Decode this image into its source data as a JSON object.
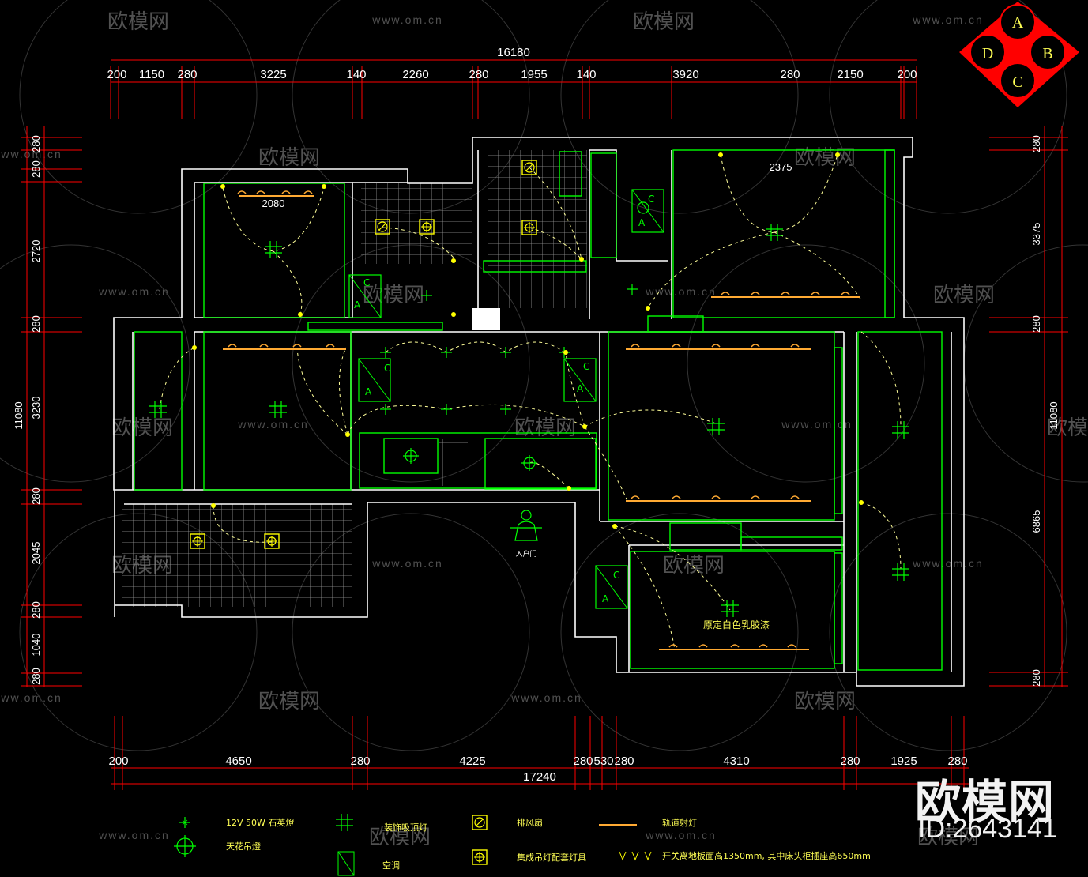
{
  "diagram": {
    "top_total": "16180",
    "top_dims": [
      "200",
      "1150",
      "280",
      "3225",
      "140",
      "2260",
      "280",
      "1955",
      "140",
      "3920",
      "280",
      "2150",
      "200"
    ],
    "bottom_total": "17240",
    "bottom_dims": [
      "200",
      "4650",
      "280",
      "4225",
      "280",
      "530",
      "280",
      "4310",
      "280",
      "1925",
      "280"
    ],
    "left_dims": [
      "280",
      "280",
      "2720",
      "280",
      "3230",
      "280",
      "2045",
      "280",
      "1040",
      "280"
    ],
    "left_total": "11080",
    "right_dims": [
      "280",
      "3375",
      "280",
      "6865",
      "280"
    ],
    "right_total": "11080",
    "room_dims": [
      "2080",
      "2375"
    ],
    "notes": {
      "entry": "入户门",
      "paint": "原定白色乳胶漆"
    },
    "compass": [
      "A",
      "B",
      "C",
      "D"
    ]
  },
  "legend": {
    "quartz_lamp": "12V 50W 石英燈",
    "ceiling_lamp": "天花吊燈",
    "deco_lamp": "装饰吸顶灯",
    "ac": "空调",
    "fan": "排风扇",
    "integrated": "集成吊灯配套灯具",
    "track": "轨道射灯",
    "switch": "开关离地板面高1350mm, 其中床头柜插座高650mm"
  },
  "watermark": {
    "brand": "欧模网",
    "url": "www.om.cn",
    "id": "ID:2643141"
  },
  "colors": {
    "wall": "#ffffff",
    "furniture": "#00ff00",
    "dimension": "#ff0000",
    "lamp": "#ffff00",
    "dashed": "#ffff99"
  }
}
